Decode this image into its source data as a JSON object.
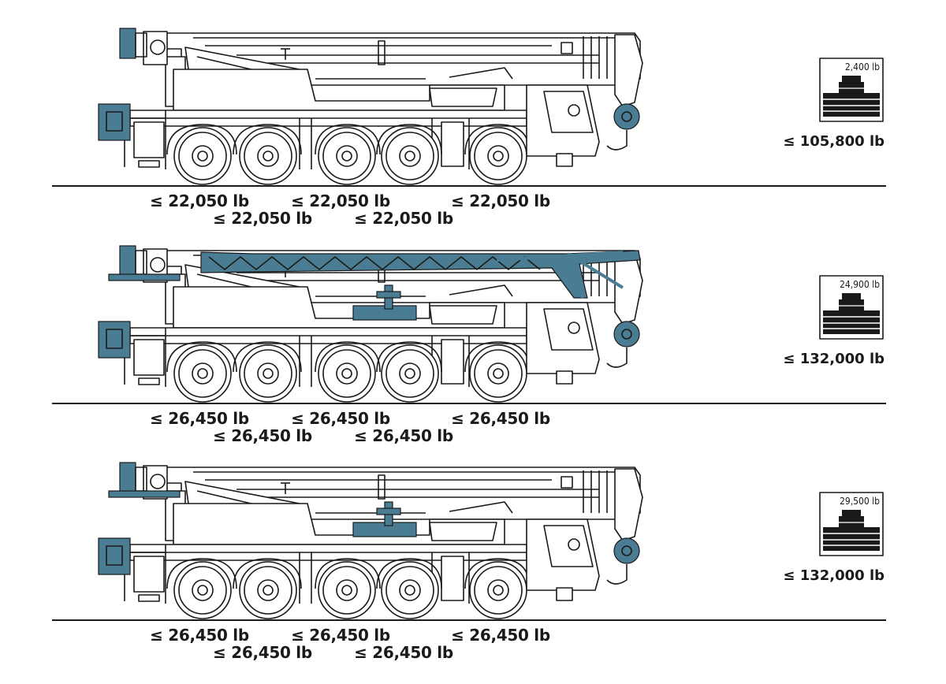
{
  "configurations": [
    {
      "id": "config-1",
      "ballast": "2,400 lb",
      "total": "≤ 105,800 lb",
      "axles_top": [
        "≤ 22,050 lb",
        "≤ 22,050 lb",
        "≤ 22,050 lb"
      ],
      "axles_bottom": [
        "≤ 22,050 lb",
        "≤ 22,050 lb"
      ],
      "jib_mounted": false,
      "ballast_blocks": false,
      "outrigger_beam": false
    },
    {
      "id": "config-2",
      "ballast": "24,900 lb",
      "total": "≤ 132,000 lb",
      "axles_top": [
        "≤ 26,450 lb",
        "≤ 26,450 lb",
        "≤ 26,450 lb"
      ],
      "axles_bottom": [
        "≤ 26,450 lb",
        "≤ 26,450 lb"
      ],
      "jib_mounted": true,
      "ballast_blocks": true,
      "outrigger_beam": true
    },
    {
      "id": "config-3",
      "ballast": "29,500 lb",
      "total": "≤ 132,000 lb",
      "axles_top": [
        "≤ 26,450 lb",
        "≤ 26,450 lb",
        "≤ 26,450 lb"
      ],
      "axles_bottom": [
        "≤ 26,450 lb",
        "≤ 26,450 lb"
      ],
      "jib_mounted": false,
      "ballast_blocks": true,
      "outrigger_beam": true
    }
  ],
  "colors": {
    "accent": "#4a7d93",
    "line": "#1a1a1a",
    "background": "#ffffff"
  }
}
